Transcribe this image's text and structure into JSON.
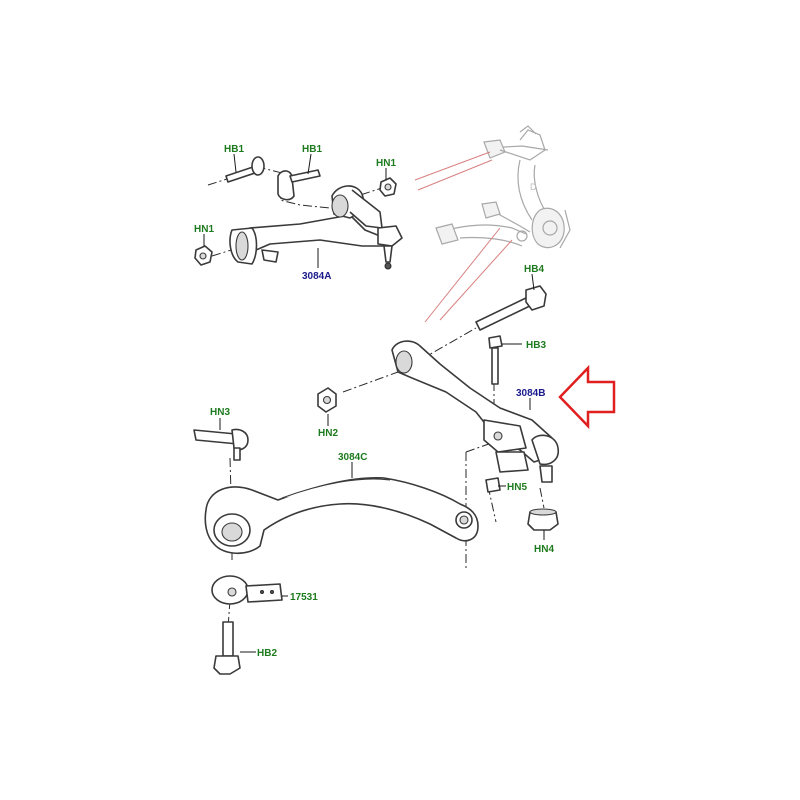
{
  "labels": {
    "hb1_a": "HB1",
    "hb1_b": "HB1",
    "hn1_a": "HN1",
    "hn1_b": "HN1",
    "p3084a": "3084A",
    "hb4": "HB4",
    "hb3": "HB3",
    "p3084b": "3084B",
    "hn3": "HN3",
    "hn2": "HN2",
    "p3084c": "3084C",
    "hn5": "HN5",
    "hn4": "HN4",
    "p17531": "17531",
    "hb2": "HB2"
  },
  "colors": {
    "fastener_label": "#1e7a1e",
    "part_label": "#1a1a8c",
    "arrow": "#e02020"
  }
}
